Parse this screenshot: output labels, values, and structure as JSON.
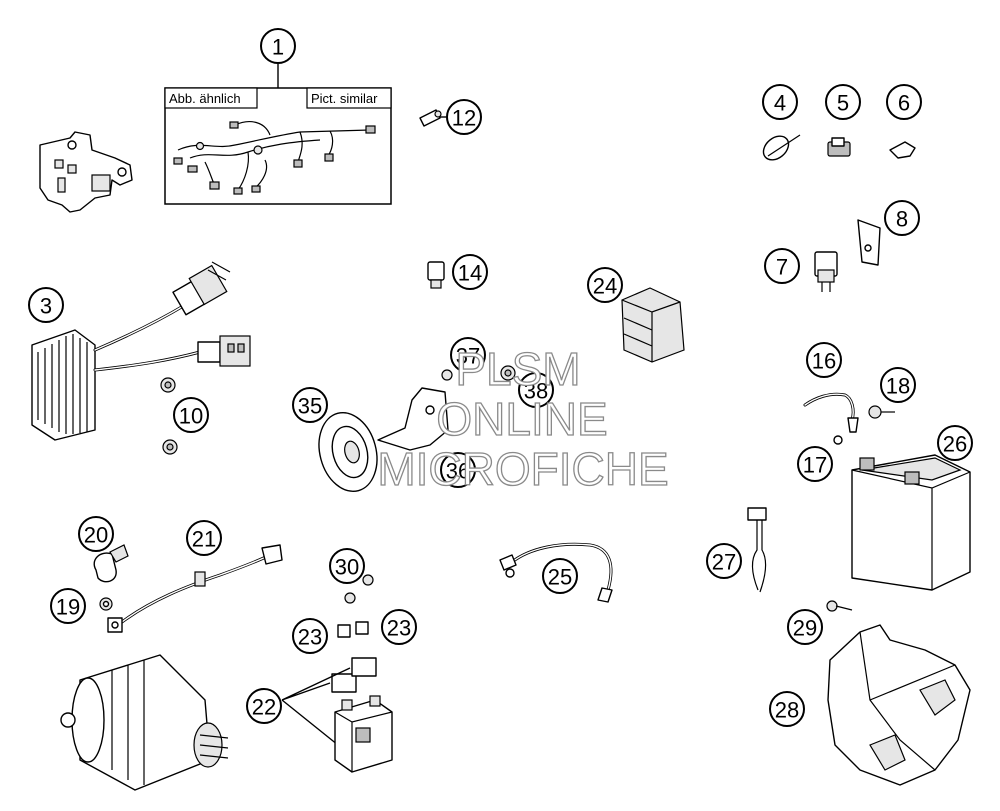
{
  "inset": {
    "label_de": "Abb. ähnlich",
    "label_en": "Pict. similar"
  },
  "callouts": [
    "1",
    "3",
    "4",
    "5",
    "6",
    "7",
    "8",
    "10",
    "12",
    "14",
    "16",
    "17",
    "18",
    "19",
    "20",
    "21",
    "22",
    "23",
    "23",
    "24",
    "25",
    "26",
    "27",
    "28",
    "29",
    "30",
    "35",
    "36",
    "37",
    "38"
  ],
  "watermark": {
    "line1": "PLSM",
    "line2": "ONLINE",
    "line3": "MICROFICHE"
  }
}
